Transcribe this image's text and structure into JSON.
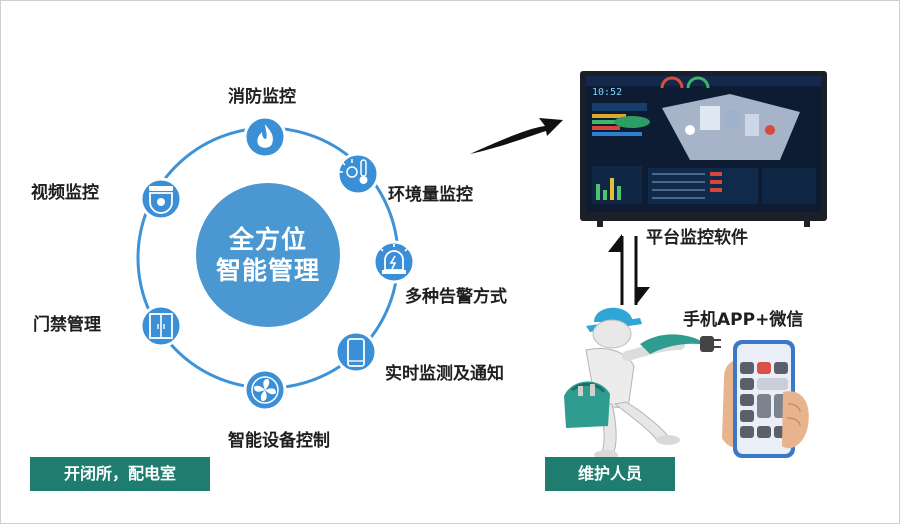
{
  "center": {
    "line1": "全方位",
    "line2": "智能管理"
  },
  "nodes": [
    {
      "label": "消防监控",
      "icon": "flame-icon"
    },
    {
      "label": "环境量监控",
      "icon": "thermometer-sun-icon"
    },
    {
      "label": "多种告警方式",
      "icon": "alarm-siren-icon"
    },
    {
      "label": "实时监测及通知",
      "icon": "smartphone-icon"
    },
    {
      "label": "智能设备控制",
      "icon": "fan-icon"
    },
    {
      "label": "门禁管理",
      "icon": "door-icon"
    },
    {
      "label": "视频监控",
      "icon": "security-camera-icon"
    }
  ],
  "platform_label": "平台监控软件",
  "mobile_label": "手机APP+微信",
  "tags": {
    "left": "开闭所，配电室",
    "right": "维护人员"
  },
  "monitor": {
    "clock": "10:52"
  },
  "colors": {
    "accent": "#3b8fd6",
    "ring": "#3e92d8",
    "tag": "#1f7d6f",
    "hat": "#2fa5d8",
    "tool": "#2e9c8f"
  }
}
